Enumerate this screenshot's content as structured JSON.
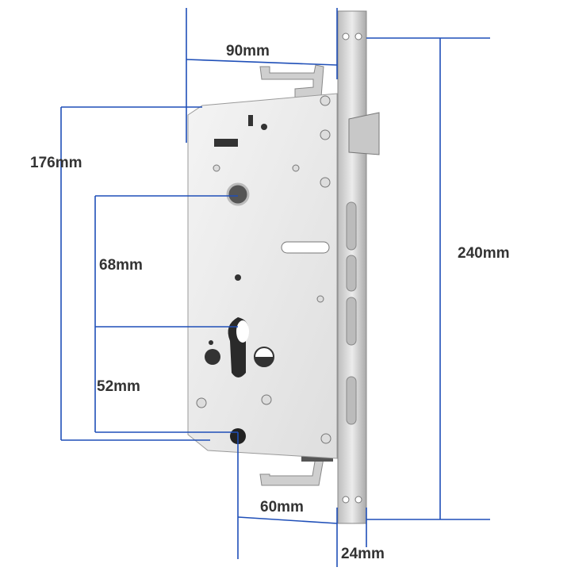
{
  "dimensions": {
    "width_top": "90mm",
    "body_height": "176mm",
    "cylinder_to_handle": "68mm",
    "cylinder_to_bottom": "52mm",
    "total_height": "240mm",
    "backset": "60mm",
    "faceplate_width": "24mm"
  },
  "colors": {
    "dimension_line": "#1f4fb8",
    "label": "#333333",
    "steel": "#d8d8d8"
  }
}
